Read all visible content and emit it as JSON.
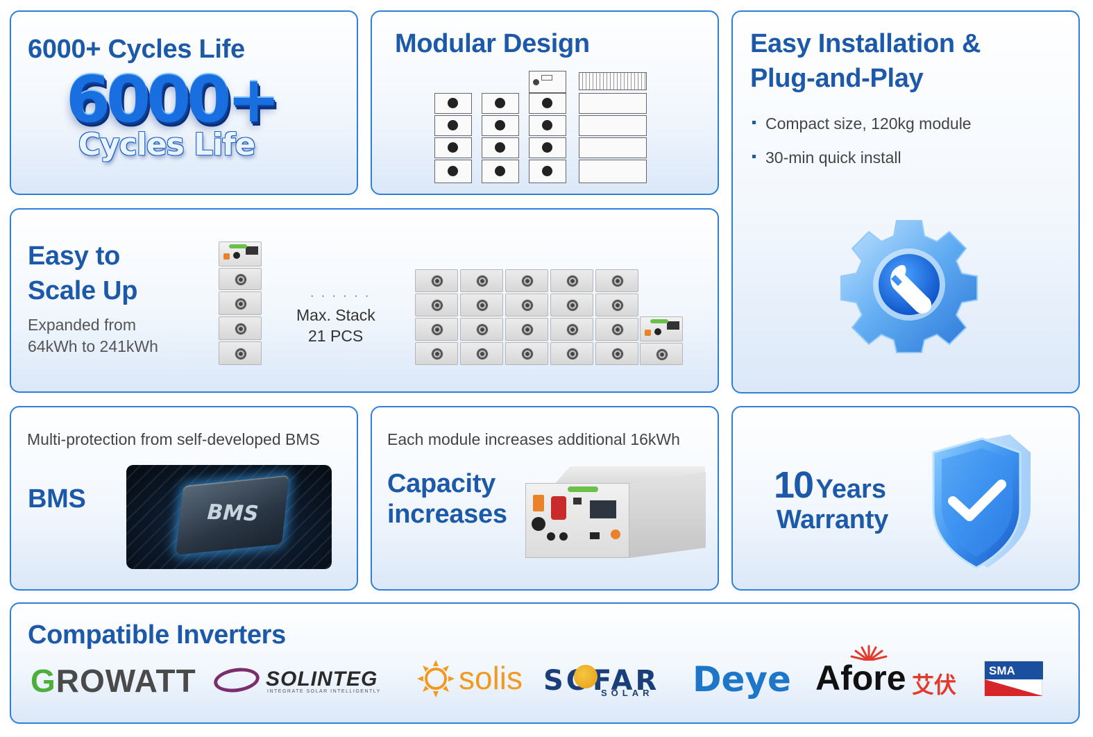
{
  "cycles": {
    "title": "6000+ Cycles Life",
    "badge_number": "6000+",
    "badge_text": "Cycles Life"
  },
  "modular": {
    "title": "Modular Design"
  },
  "install": {
    "title_line1": "Easy Installation &",
    "title_line2": "Plug-and-Play",
    "bullets": [
      "Compact size, 120kg module",
      "30-min quick install"
    ],
    "icon": "wrench-gear-icon"
  },
  "scale": {
    "title_line1": "Easy to",
    "title_line2": "Scale Up",
    "desc_line1": "Expanded from",
    "desc_line2": "64kWh to 241kWh",
    "stack_line1": "Max. Stack",
    "stack_line2": "21 PCS"
  },
  "bms": {
    "caption": "Multi-protection from self-developed BMS",
    "title": "BMS",
    "chip_label": "BMS"
  },
  "capacity": {
    "caption": "Each module increases additional 16kWh",
    "title_line1": "Capacity",
    "title_line2": "increases"
  },
  "warranty": {
    "number": "10",
    "years": "Years",
    "warranty": "Warranty",
    "icon": "shield-check-icon"
  },
  "inverters": {
    "title": "Compatible Inverters",
    "growatt": "GROWATT",
    "solinteg": "SOLINTEG",
    "solinteg_tagline": "INTEGRATE SOLAR INTELLIGENTLY",
    "solis": "solis",
    "sofar": "SOFAR",
    "sofar_sub": "SOLAR",
    "deye": "Deye",
    "afore": "Afore",
    "afore_cn": "艾伏",
    "sma": "SMA"
  },
  "colors": {
    "accent": "#1c59a8",
    "border": "#2f7fd9",
    "growatt_green": "#4caf3a",
    "solis_orange": "#f29a1f",
    "deye_blue": "#1e76c8",
    "afore_red": "#e23b2c",
    "sma_red": "#d6262b",
    "sma_blue": "#1a4fa0"
  }
}
